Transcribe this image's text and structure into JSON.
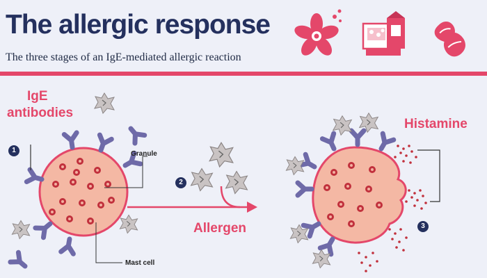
{
  "header": {
    "title": "The allergic response",
    "subtitle": "The three stages of an IgE-mediated allergic reaction"
  },
  "labels": {
    "ige": [
      "IgE",
      "antibodies"
    ],
    "granule": "Granule",
    "mast_cell": "Mast cell",
    "allergen": "Allergen",
    "histamine": "Histamine"
  },
  "steps": [
    "1",
    "2",
    "3"
  ],
  "icons": [
    "flower-icon",
    "food-box-icon",
    "peanut-icon"
  ],
  "colors": {
    "title": "#24305e",
    "accent": "#e4476a",
    "cell_fill": "#f4b8a4",
    "granule": "#c1303c",
    "antibody": "#6e6aa8",
    "allergen": "#c9c3c3"
  }
}
